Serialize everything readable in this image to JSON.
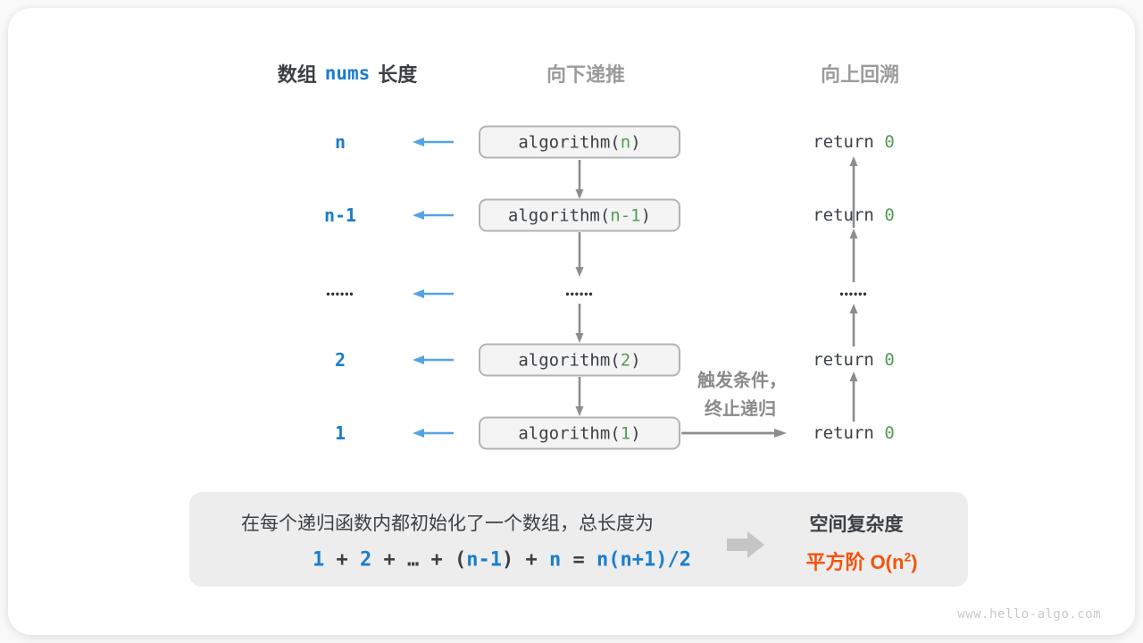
{
  "headers": {
    "left": {
      "prefix": "数组",
      "code": "nums",
      "suffix": "长度"
    },
    "middle": "向下递推",
    "right": "向上回溯"
  },
  "diagram": {
    "dots": "••••••",
    "levels": [
      {
        "length": "n",
        "call_pre": "algorithm(",
        "call_arg": "n",
        "call_post": ")",
        "return_pre": "return ",
        "return_val": "0"
      },
      {
        "length": "n-1",
        "call_pre": "algorithm(",
        "call_arg": "n-1",
        "call_post": ")",
        "return_pre": "return ",
        "return_val": "0"
      },
      {
        "length": "2",
        "call_pre": "algorithm(",
        "call_arg": "2",
        "call_post": ")",
        "return_pre": "return ",
        "return_val": "0"
      },
      {
        "length": "1",
        "call_pre": "algorithm(",
        "call_arg": "1",
        "call_post": ")",
        "return_pre": "return ",
        "return_val": "0"
      }
    ],
    "note": {
      "line1": "触发条件，",
      "line2": "终止递归"
    }
  },
  "summary": {
    "line1": "在每个递归函数内都初始化了一个数组，总长度为",
    "formula": {
      "n1": "1",
      "op1": " + ",
      "n2": "2",
      "op2": " + ",
      "ellipsis": "…",
      "op3": " + ",
      "lparen": "(",
      "n3": "n-1",
      "rparen": ")",
      "op4": " + ",
      "n4": "n",
      "eq": " = ",
      "rhs": "n(n+1)/2"
    },
    "result": {
      "title": "空间复杂度",
      "label": "平方阶 O(n",
      "sup": "2",
      "close": ")"
    }
  },
  "watermark": "www.hello-algo.com",
  "colors": {
    "label_blue": "#1a7dce",
    "arrow_blue": "#55a3e6",
    "green": "#4f9e52",
    "orange": "#f4530b",
    "dark_text": "#3b4045",
    "gray_header": "#9b9b9b",
    "gray_arrow": "#8d8d8d",
    "box_bg": "#f4f4f4",
    "box_border": "#b3b3b3",
    "summary_bg": "#ededed"
  }
}
